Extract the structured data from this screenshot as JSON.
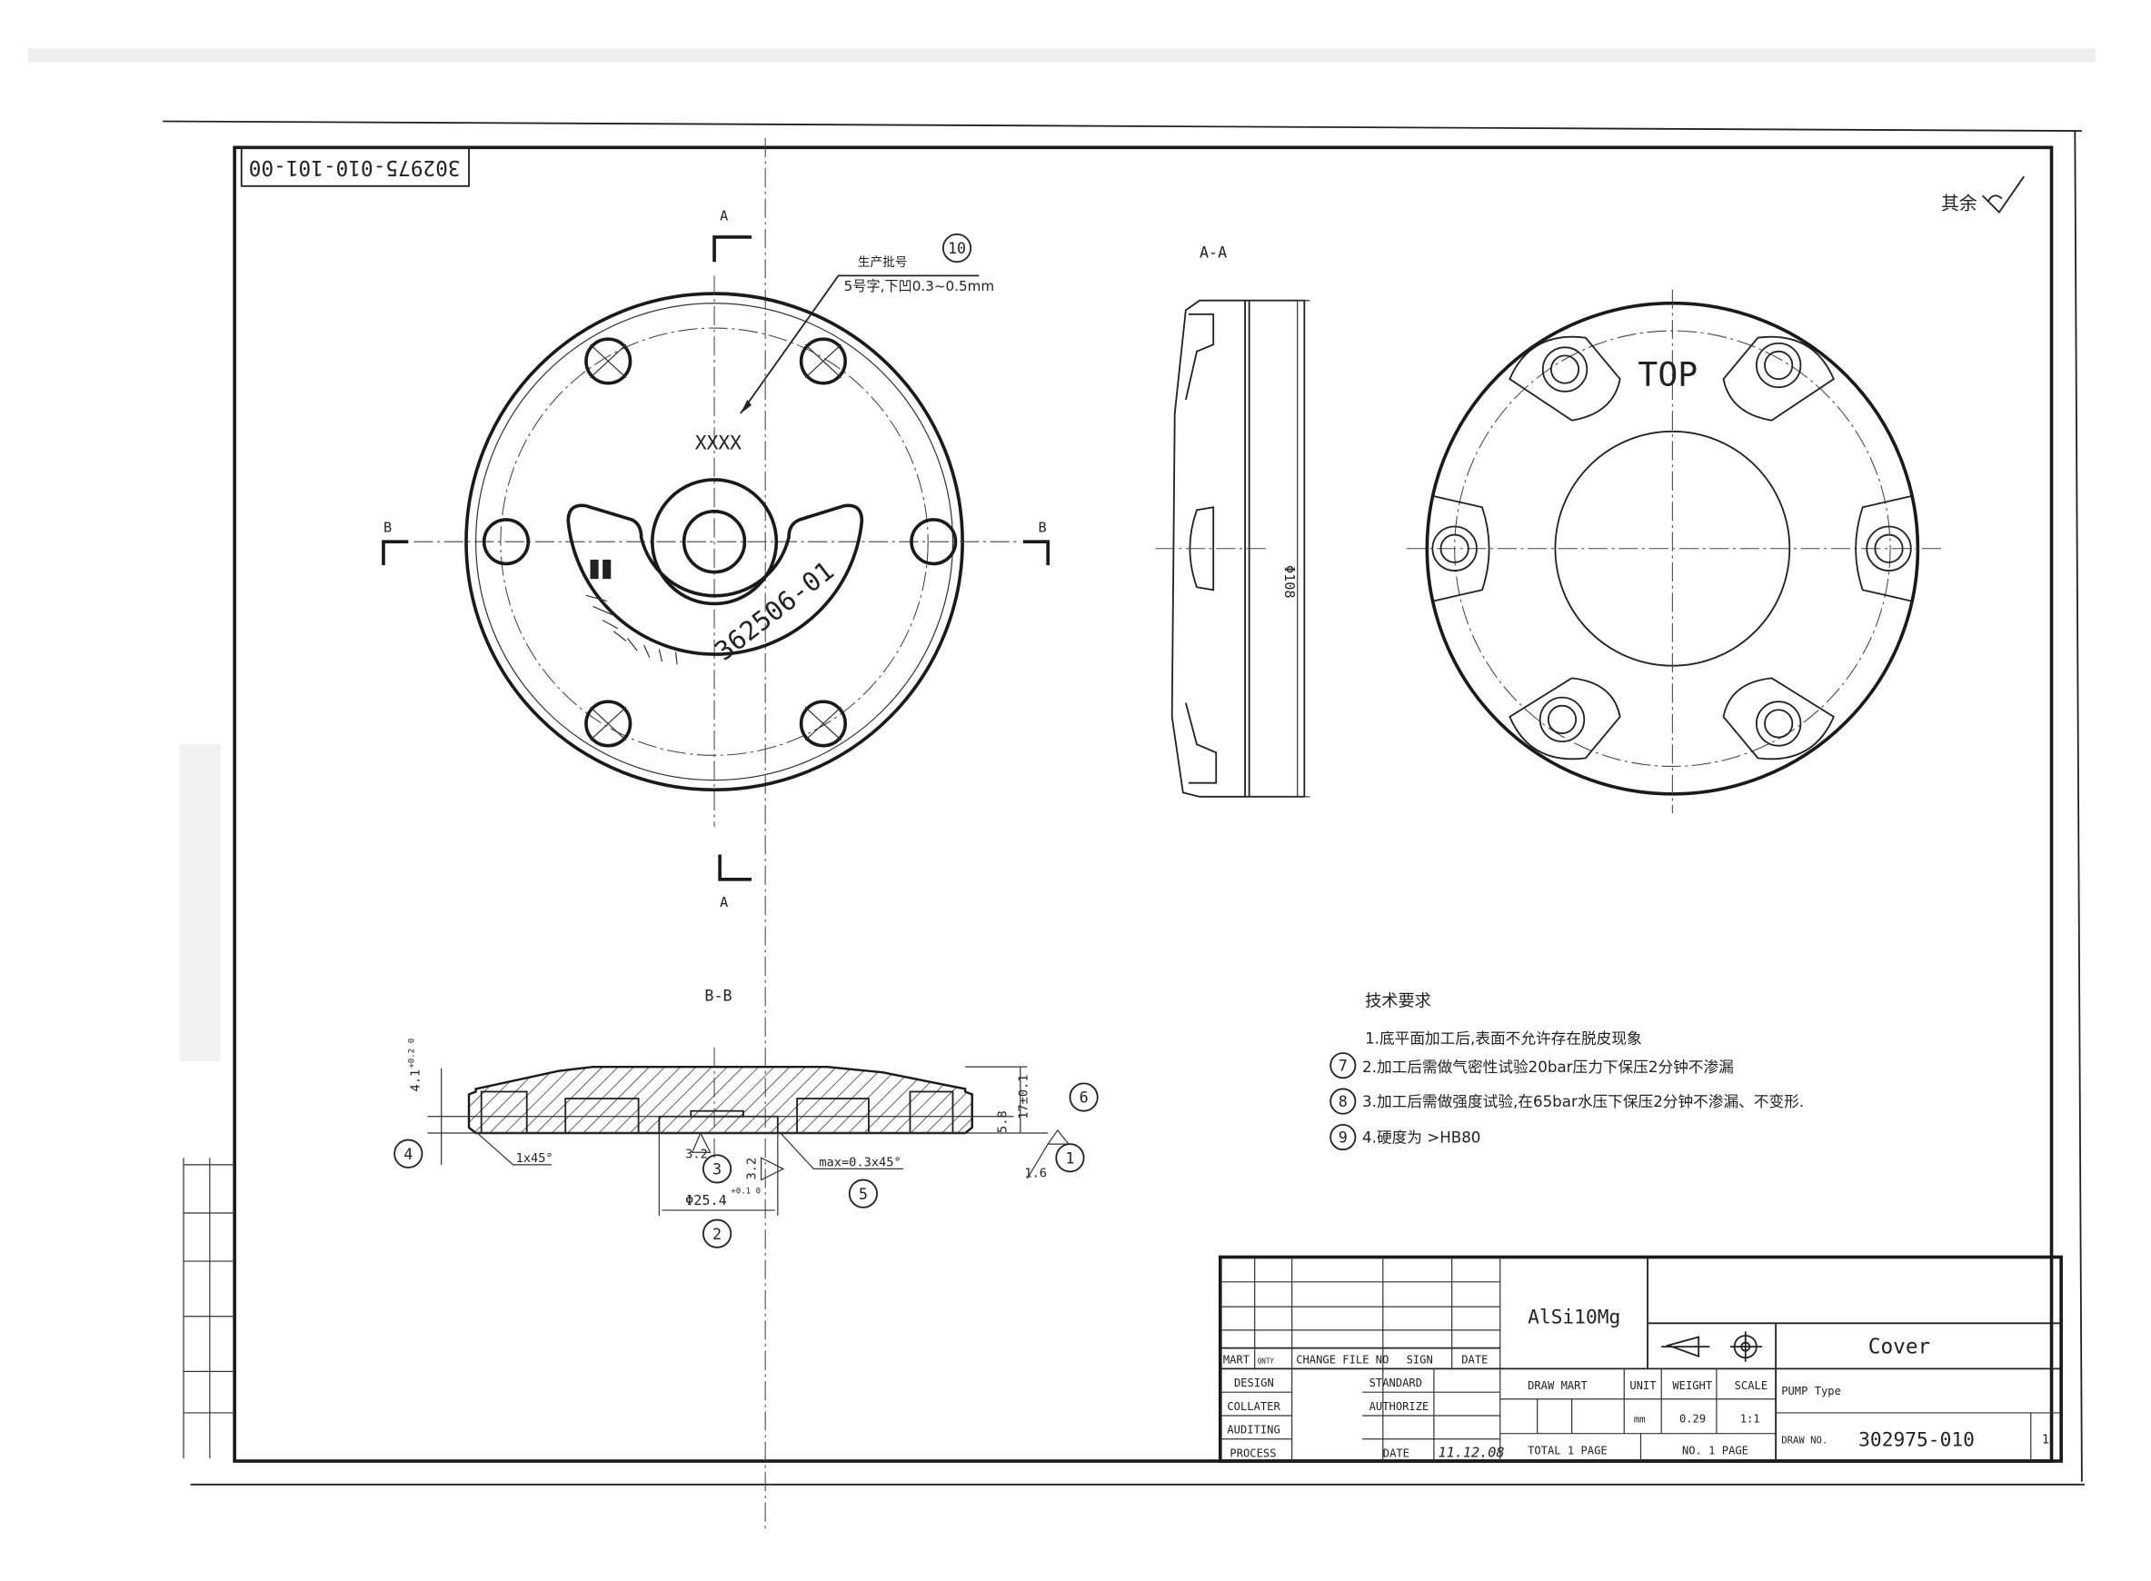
{
  "drawing_code_rotated": "302975-010-101-00",
  "surface_note": {
    "label": "其余"
  },
  "view_labels": {
    "a_top": "A",
    "a_bottom": "A",
    "b_left": "B",
    "b_right": "B",
    "section_aa": "A-A",
    "section_bb": "B-B"
  },
  "callout_10": {
    "number": "10",
    "line1": "生产批号",
    "line2": "5号字,下凹0.3~0.5mm"
  },
  "part_marks": {
    "xxxx": "XXXX",
    "serial": "362506-01",
    "top": "TOP"
  },
  "dims_aa": {
    "diameter": "Φ108"
  },
  "dims_bb": {
    "height_top": "4.1",
    "height_top_tol": "+0.2 0",
    "total_height": "17±0.1",
    "flange": "5.8",
    "chamfer_left": "1x45°",
    "rough_a": "3.2",
    "rough_b": "3.2",
    "rough_c": "1.6",
    "chamfer_max": "max=0.3x45°",
    "bore": "Φ25.4",
    "bore_tol": "+0.1 0",
    "balloons": [
      "1",
      "2",
      "3",
      "4",
      "5",
      "6"
    ]
  },
  "tech_requirements": {
    "title": "技术要求",
    "items": [
      {
        "balloon": "",
        "text": "1.底平面加工后,表面不允许存在脱皮现象"
      },
      {
        "balloon": "7",
        "text": "2.加工后需做气密性试验20bar压力下保压2分钟不渗漏"
      },
      {
        "balloon": "8",
        "text": "3.加工后需做强度试验,在65bar水压下保压2分钟不渗漏、不变形."
      },
      {
        "balloon": "9",
        "text": "4.硬度为 >HB80"
      }
    ]
  },
  "title_block": {
    "material": "AlSi10Mg",
    "part_name": "Cover",
    "product": "PUMP Type",
    "draw_no_label": "DRAW NO.",
    "draw_no": "302975-010",
    "sheet": "1",
    "rev_headers": [
      "MART",
      "QNTY",
      "CHANGE FILE NO",
      "SIGN",
      "DATE"
    ],
    "roles": [
      "DESIGN",
      "COLLATER",
      "AUDITING",
      "PROCESS"
    ],
    "standard": "STANDARD",
    "authorize": "AUTHORIZE",
    "date_label": "DATE",
    "date_value": "11.12.08",
    "cols": [
      "DRAW MART",
      "UNIT",
      "WEIGHT",
      "SCALE"
    ],
    "unit": "mm",
    "weight": "0.29",
    "scale": "1:1",
    "total_pages": "TOTAL 1 PAGE",
    "page_no": "NO. 1 PAGE"
  }
}
